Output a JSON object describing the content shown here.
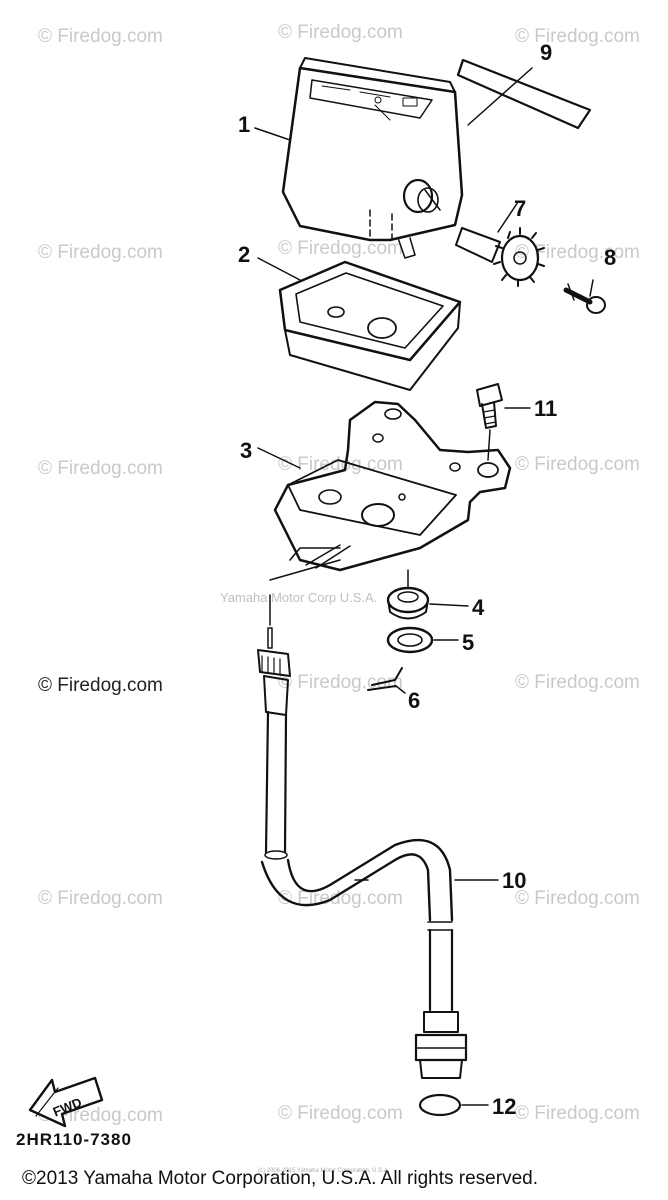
{
  "watermark": "© Firedog.com",
  "watermark_center": "Yamaha Motor Corp U.S.A.",
  "watermark_tiny": "(c) 2006-2015 Yamaha Motor Corporation, U.S.A.",
  "callouts": {
    "c1": "1",
    "c2": "2",
    "c3": "3",
    "c4": "4",
    "c5": "5",
    "c6": "6",
    "c7": "7",
    "c8": "8",
    "c9": "9",
    "c10": "10",
    "c11": "11",
    "c12": "12"
  },
  "fwd_label": "FWD",
  "diagram_code": "2HR110-7380",
  "copyright": "©2013 Yamaha Motor Corporation, U.S.A. All rights reserved."
}
